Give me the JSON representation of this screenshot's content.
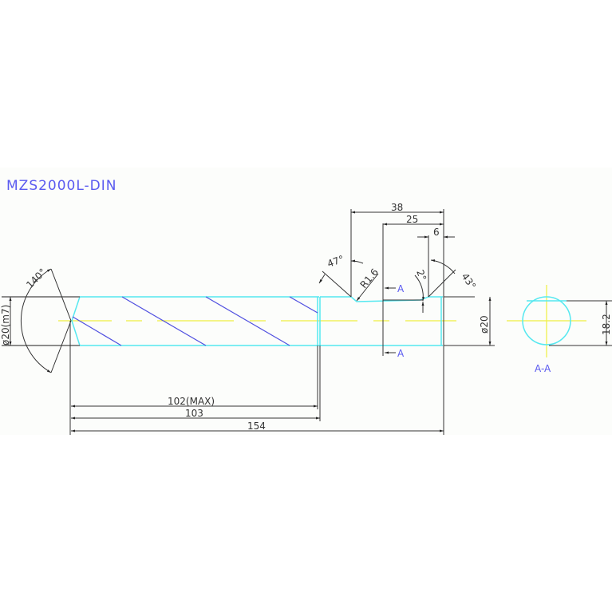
{
  "drawing": {
    "title": "MZS2000L-DIN",
    "dimensions": {
      "point_angle": "140°",
      "shank_diameter": "ø20(m7)",
      "flute_length_max": "102(MAX)",
      "length_103": "103",
      "overall_length": "154",
      "dim_38": "38",
      "dim_25": "25",
      "dim_6": "6",
      "angle_47": "47°",
      "radius": "R1.6",
      "angle_2": "2°",
      "angle_43": "43°",
      "diameter_20": "ø20",
      "flat_height": "18.2"
    },
    "section": {
      "marker_top": "A",
      "marker_bottom": "A",
      "label": "A-A"
    },
    "colors": {
      "outline": "#55e8f0",
      "flute": "#5050e0",
      "centerline": "#f0f040",
      "dimension": "#333333",
      "title": "#5a5af0"
    }
  }
}
